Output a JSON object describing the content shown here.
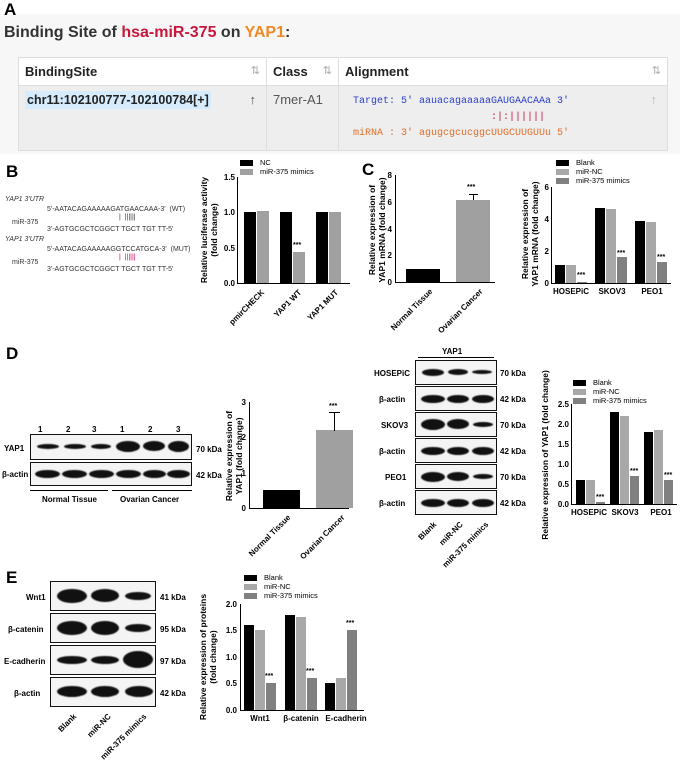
{
  "panels": {
    "A": {
      "letter": "A",
      "title_prefix": "Binding Site of ",
      "mirna": "hsa-miR-375",
      "title_mid": " on ",
      "gene": "YAP1",
      "title_suffix": ":",
      "colors": {
        "mirna": "#c8173c",
        "gene": "#f08a24",
        "target_seq": "#2a3fd0",
        "mirna_seq": "#e0702a"
      },
      "table": {
        "headers": [
          "BindingSite",
          "Class",
          "Alignment"
        ],
        "sort_icon": "⇅",
        "row": {
          "binding_site": "chr11:102100777-102100784[+]",
          "class": "7mer-A1",
          "target_line": "Target: 5' aauacagaaaaaGAUGAACAAa 3'",
          "pair_line": "                       :|:||||||",
          "mirna_line": "miRNA : 3' agugcgcucggcUUGCUUGUUu 5'",
          "row_arrow": "↑"
        }
      }
    },
    "B": {
      "letter": "B",
      "sequences": {
        "wt_label": "YAP1 3'UTR",
        "wt_target": "5'-AATACAGAAAAAGATGAACAAA-3'  (WT)",
        "wt_bars": "|  ||||||",
        "mir_label": "miR-375",
        "mir_seq": "3'-AGTGCGCTCGGCT TGCT TGT TT-5'",
        "mut_label": "YAP1 3'UTR",
        "mut_target": "5'-AATACAGAAAAAGGTCCATGCA-3'  (MUT)",
        "mut_bars": "|  ||||||"
      }
    },
    "C": {
      "letter": "C"
    },
    "D": {
      "letter": "D",
      "tissue_blot": {
        "lanes": [
          "1",
          "2",
          "3",
          "1",
          "2",
          "3"
        ],
        "rows": [
          {
            "label": "YAP1",
            "kda": "70 kDa"
          },
          {
            "label": "β-actin",
            "kda": "42 kDa"
          }
        ],
        "groups": [
          "Normal Tissue",
          "Ovarian Cancer"
        ]
      },
      "cell_blot": {
        "header": "YAP1",
        "rows": [
          {
            "label": "HOSEPiC",
            "kda": "70 kDa"
          },
          {
            "label": "β-actin",
            "kda": "42 kDa"
          },
          {
            "label": "SKOV3",
            "kda": "70 kDa"
          },
          {
            "label": "β-actin",
            "kda": "42 kDa"
          },
          {
            "label": "PEO1",
            "kda": "70 kDa"
          },
          {
            "label": "β-actin",
            "kda": "42 kDa"
          }
        ],
        "lanes": [
          "Blank",
          "miR-NC",
          "miR-375 mimics"
        ]
      }
    },
    "E": {
      "letter": "E",
      "blot": {
        "rows": [
          {
            "label": "Wnt1",
            "kda": "41 kDa"
          },
          {
            "label": "β-catenin",
            "kda": "95 kDa"
          },
          {
            "label": "E-cadherin",
            "kda": "97 kDa"
          },
          {
            "label": "β-actin",
            "kda": "42 kDa"
          }
        ],
        "lanes": [
          "Blank",
          "miR-NC",
          "miR-375 mimics"
        ]
      }
    }
  },
  "chart_data": [
    {
      "id": "B-luciferase",
      "type": "bar",
      "categories": [
        "pmirCHECK",
        "YAP1 WT",
        "YAP1 MUT"
      ],
      "series": [
        {
          "name": "NC",
          "values": [
            1.0,
            1.0,
            1.0
          ],
          "errors": [
            0.04,
            0.03,
            0.06
          ],
          "color": "#000000"
        },
        {
          "name": "miR-375 mimics",
          "values": [
            1.02,
            0.44,
            1.0
          ],
          "errors": [
            0.07,
            0.05,
            0.03
          ],
          "color": "#a0a0a0"
        }
      ],
      "annotations": [
        {
          "category": "YAP1 WT",
          "series": "miR-375 mimics",
          "text": "***"
        }
      ],
      "ylabel": "Relative luciferase activity (fold change)",
      "ylim": [
        0,
        1.5
      ],
      "yticks": [
        "0.0",
        "0.5",
        "1.0",
        "1.5"
      ],
      "legend_position": "top"
    },
    {
      "id": "C-tissue-mrna",
      "type": "bar",
      "categories": [
        "Normal Tissue",
        "Ovarian Cancer"
      ],
      "values": [
        1.0,
        6.15
      ],
      "errors": [
        0,
        0.45
      ],
      "colors": [
        "#000000",
        "#a0a0a0"
      ],
      "annotations": [
        {
          "category": "Ovarian Cancer",
          "text": "***"
        }
      ],
      "ylabel": "Relative expression of YAP1 mRNA (fold change)",
      "ylim": [
        0,
        8
      ],
      "yticks": [
        "0",
        "2",
        "4",
        "6",
        "8"
      ]
    },
    {
      "id": "C-cell-mrna",
      "type": "bar",
      "categories": [
        "HOSEPiC",
        "SKOV3",
        "PEO1"
      ],
      "series": [
        {
          "name": "Blank",
          "values": [
            1.1,
            4.7,
            3.9
          ],
          "errors": [
            0.02,
            0.3,
            0.25
          ],
          "color": "#000000"
        },
        {
          "name": "miR-NC",
          "values": [
            1.1,
            4.65,
            3.8
          ],
          "errors": [
            0.03,
            0.4,
            0.4
          ],
          "color": "#a8a8a8"
        },
        {
          "name": "miR-375 mimics",
          "values": [
            0.05,
            1.6,
            1.3
          ],
          "errors": [
            0.02,
            0.15,
            0.2
          ],
          "color": "#808080"
        }
      ],
      "annotations": [
        {
          "series": "miR-375 mimics",
          "text": "***"
        }
      ],
      "ylabel": "Relative expression of YAP1 mRNA (fold change)",
      "ylim": [
        0,
        6
      ],
      "yticks": [
        "0",
        "2",
        "4",
        "6"
      ],
      "legend_position": "top"
    },
    {
      "id": "D-tissue-protein",
      "type": "bar",
      "categories": [
        "Normal Tissue",
        "Ovarian Cancer"
      ],
      "values": [
        0.5,
        2.2
      ],
      "errors": [
        0.02,
        0.5
      ],
      "colors": [
        "#000000",
        "#a0a0a0"
      ],
      "annotations": [
        {
          "category": "Ovarian Cancer",
          "text": "***"
        }
      ],
      "ylabel": "Relative expression of YAP1 (fold change)",
      "ylim": [
        0,
        3
      ],
      "yticks": [
        "0",
        "1",
        "2",
        "3"
      ]
    },
    {
      "id": "D-cell-protein",
      "type": "bar",
      "categories": [
        "HOSEPiC",
        "SKOV3",
        "PEO1"
      ],
      "series": [
        {
          "name": "Blank",
          "values": [
            0.6,
            2.3,
            1.8
          ],
          "errors": [
            0.02,
            0.04,
            0.04
          ],
          "color": "#000000"
        },
        {
          "name": "miR-NC",
          "values": [
            0.6,
            2.2,
            1.85
          ],
          "errors": [
            0.02,
            0.08,
            0.04
          ],
          "color": "#a8a8a8"
        },
        {
          "name": "miR-375 mimics",
          "values": [
            0.05,
            0.7,
            0.6
          ],
          "errors": [
            0.02,
            0.05,
            0.04
          ],
          "color": "#808080"
        }
      ],
      "annotations": [
        {
          "series": "miR-375 mimics",
          "text": "***"
        }
      ],
      "ylabel": "Relative expression of YAP1 (fold change)",
      "ylim": [
        0,
        2.5
      ],
      "yticks": [
        "0.0",
        "0.5",
        "1.0",
        "1.5",
        "2.0",
        "2.5"
      ],
      "legend_position": "top"
    },
    {
      "id": "E-proteins",
      "type": "bar",
      "categories": [
        "Wnt1",
        "β-catenin",
        "E-cadherin"
      ],
      "series": [
        {
          "name": "Blank",
          "values": [
            1.6,
            1.8,
            0.5
          ],
          "errors": [
            0.1,
            0.08,
            0.1
          ],
          "color": "#000000"
        },
        {
          "name": "miR-NC",
          "values": [
            1.5,
            1.75,
            0.6
          ],
          "errors": [
            0.04,
            0.04,
            0.04
          ],
          "color": "#a8a8a8"
        },
        {
          "name": "miR-375 mimics",
          "values": [
            0.5,
            0.6,
            1.5
          ],
          "errors": [
            0.1,
            0.1,
            0.1
          ],
          "color": "#808080"
        }
      ],
      "annotations": [
        {
          "series": "miR-375 mimics",
          "text": "***"
        }
      ],
      "ylabel": "Relative expression of proteins (fold change)",
      "ylim": [
        0,
        2.0
      ],
      "yticks": [
        "0.0",
        "0.5",
        "1.0",
        "1.5",
        "2.0"
      ],
      "legend_position": "top"
    }
  ]
}
